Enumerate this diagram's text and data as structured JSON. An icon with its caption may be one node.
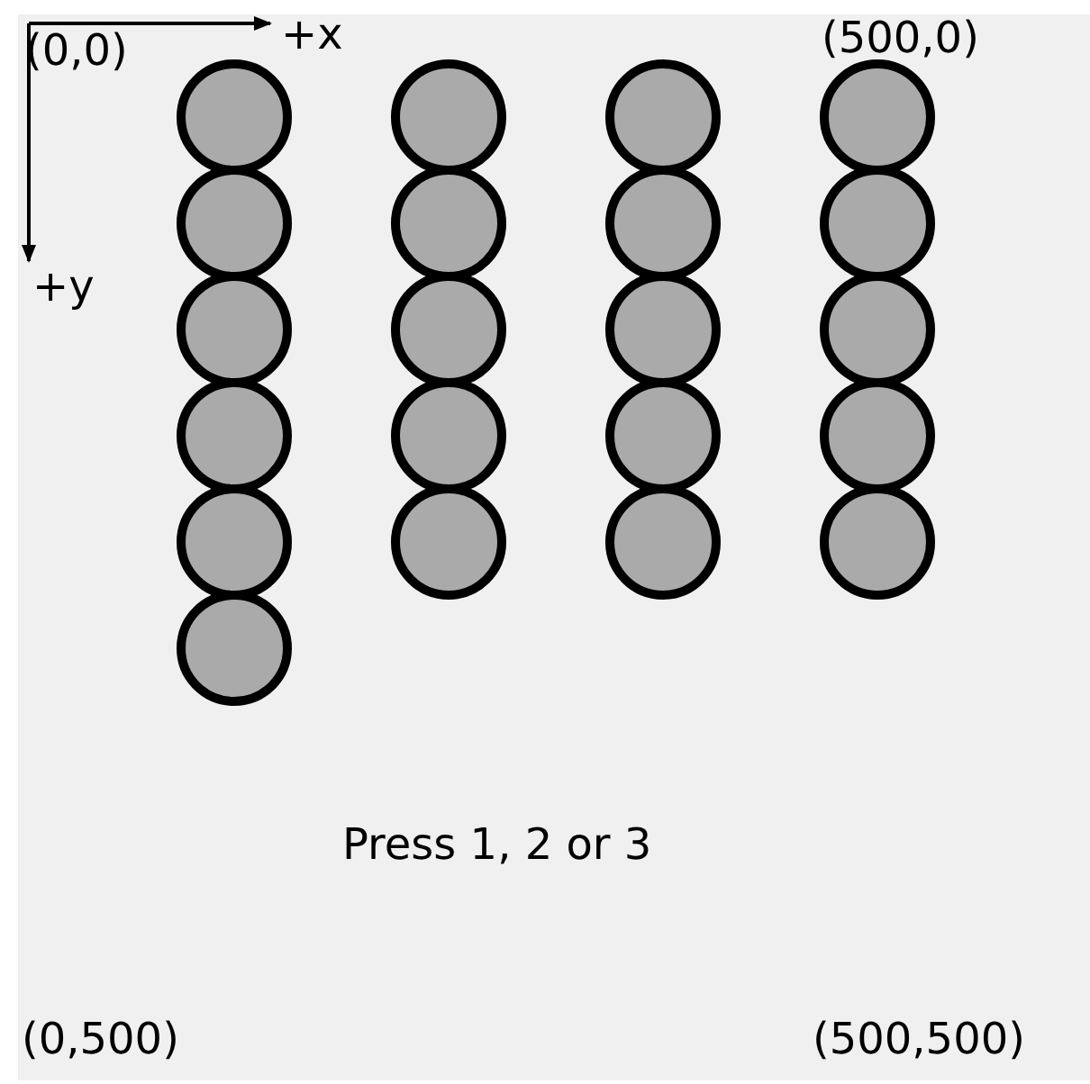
{
  "diagram": {
    "nodes": [
      {
        "text": [],
        "shape": "circle"
      },
      {
        "text": [],
        "shape": "circle"
      },
      {
        "text": [],
        "shape": "circle"
      },
      {
        "text": [],
        "shape": "circle"
      },
      {
        "text": [],
        "shape": "circle"
      },
      {
        "text": [],
        "shape": "circle"
      },
      {
        "text": [],
        "shape": "circle"
      },
      {
        "text": [],
        "shape": "circle"
      },
      {
        "text": [],
        "shape": "circle"
      },
      {
        "text": [],
        "shape": "circle"
      },
      {
        "text": [],
        "shape": "circle"
      },
      {
        "text": [],
        "shape": "circle"
      },
      {
        "text": [],
        "shape": "circle"
      },
      {
        "text": [],
        "shape": "circle"
      },
      {
        "text": [],
        "shape": "circle"
      },
      {
        "text": [],
        "shape": "circle"
      },
      {
        "text": [],
        "shape": "circle"
      },
      {
        "text": [],
        "shape": "circle"
      },
      {
        "text": [],
        "shape": "circle"
      },
      {
        "text": [],
        "shape": "circle"
      },
      {
        "text": [],
        "shape": "circle"
      }
    ],
    "labels": [
      "(0,0)",
      "+x",
      "(500,0)",
      "+y",
      "Press 1, 2 or 3",
      "(0,500)",
      "(500,500)"
    ]
  }
}
